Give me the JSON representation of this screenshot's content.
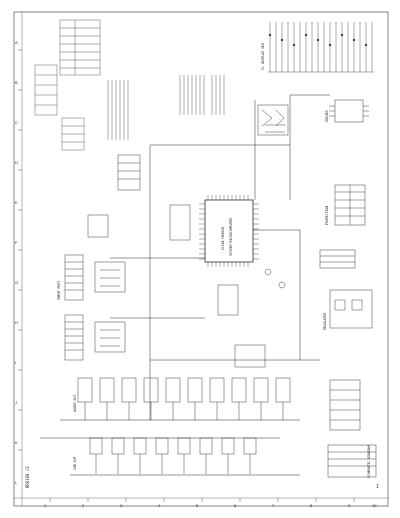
{
  "sheet": {
    "model_tag": "KRV100 /2",
    "page_number": "1",
    "grid_columns": [
      "1",
      "2",
      "3",
      "4",
      "5",
      "6",
      "7",
      "8",
      "9",
      "10"
    ],
    "grid_rows": [
      "A",
      "B",
      "C",
      "D",
      "E",
      "F",
      "G",
      "H",
      "I",
      "J",
      "K",
      "L"
    ]
  },
  "main_ic": {
    "part": "IC101 M30620",
    "role": "SYSTEM MICROCOMPUTER"
  },
  "labels": {
    "left_connector": "INPUT PORT",
    "bus_a": "AUDIO OUT",
    "bus_b": "SUB OUT",
    "right_top": "FL DISPLAY SEG",
    "right_mid_1": "DRIVER",
    "right_mid_2": "PROTECTION",
    "right_lower": "REGULATOR",
    "right_note": "SCHEMATIC DIAGRAM"
  },
  "colors": {
    "ink": "#1a1a1a",
    "paper": "#ffffff"
  }
}
